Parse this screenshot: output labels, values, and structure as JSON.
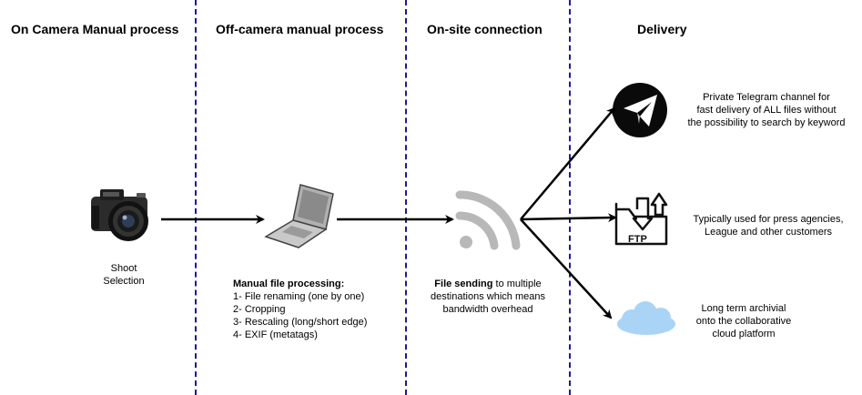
{
  "headers": {
    "col1": "On Camera Manual process",
    "col2": "Off-camera manual process",
    "col3": "On-site connection",
    "col4": "Delivery"
  },
  "camera": {
    "label_line1": "Shoot",
    "label_line2": "Selection"
  },
  "laptop": {
    "title": "Manual file processing:",
    "steps": [
      "1- File renaming (one by one)",
      "2- Cropping",
      "3- Rescaling (long/short edge)",
      "4- EXIF (metatags)"
    ]
  },
  "connection": {
    "bold": "File sending",
    "rest_line1": " to multiple",
    "line2": "destinations which means",
    "line3": "bandwidth overhead"
  },
  "ftp_icon_text": "FTP",
  "delivery": {
    "telegram": [
      "Private Telegram channel for",
      "fast delivery of ALL files without",
      "the possibility to search by keyword"
    ],
    "ftp": [
      "Typically used for press agencies,",
      "League and other customers"
    ],
    "cloud": [
      "Long term archivial",
      "onto the collaborative",
      "cloud platform"
    ]
  },
  "colors": {
    "divider": "#1a1a9c",
    "cloud": "#a9d4f5",
    "text": "#000000"
  }
}
